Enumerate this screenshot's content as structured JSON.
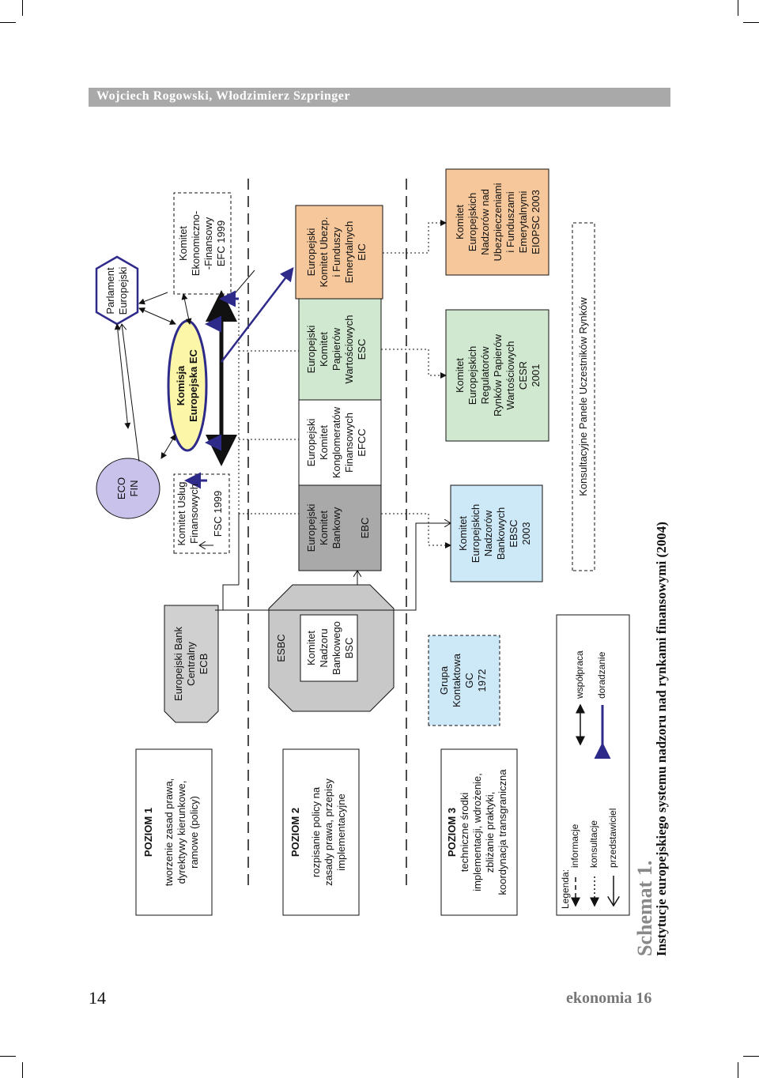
{
  "header": {
    "authors": "Wojciech Rogowski, Włodzimierz Szpringer"
  },
  "footer": {
    "page_number": "14",
    "journal": "ekonomia 16"
  },
  "caption": {
    "label": "Schemat 1.",
    "title": "Instytucje europejskiego systemu nadzoru nad rynkami finansowymi (2004)"
  },
  "levels": [
    {
      "title": "POZIOM 1",
      "desc": [
        "tworzenie zasad prawa,",
        "dyrektywy kierunkowe,",
        "ramowe (policy)"
      ]
    },
    {
      "title": "POZIOM 2",
      "desc": [
        "rozpisanie policy na",
        "zasady prawa, przepisy",
        "implementacyjne"
      ]
    },
    {
      "title": "POZIOM 3",
      "desc": [
        "techniczne środki",
        "implementacji, wdrożenie,",
        "zbliżanie praktyki,",
        "koordynacja transgraniczna"
      ]
    }
  ],
  "legend": {
    "title": "Legenda:",
    "items": [
      "informacje",
      "konsultacje",
      "przedstawiciel",
      "współpraca",
      "doradzanie"
    ]
  },
  "level1": {
    "ecb": [
      "Europejski Bank",
      "Centralny",
      "ECB"
    ],
    "fsc": [
      "Komitet Usług",
      "Finansowych",
      "FSC 1999"
    ],
    "ecofin": [
      "ECO",
      "FIN"
    ],
    "ec": [
      "Komisja",
      "Europejska EC"
    ],
    "parliament": [
      "Parlament",
      "Europejski"
    ],
    "efc": [
      "Komitet",
      "Ekonomiczno-",
      "-Finansowy",
      "EFC 1999"
    ]
  },
  "level2": {
    "esbc": "ESBC",
    "bsc": [
      "Komitet",
      "Nadzoru",
      "Bankowego",
      "BSC"
    ],
    "ebc": [
      "Europejski",
      "Komitet",
      "Bankowy",
      "EBC"
    ],
    "efcc": [
      "Europejski",
      "Komitet",
      "Konglomeratów",
      "Finansowych",
      "EFCC"
    ],
    "esc": [
      "Europejski",
      "Komitet",
      "Papierów",
      "Wartościowych",
      "ESC"
    ],
    "eic": [
      "Europejski",
      "Komitet Ubezp.",
      "i Funduszy",
      "Emerytalnych",
      "EIC"
    ]
  },
  "level3": {
    "gc": [
      "Grupa",
      "Kontaktowa",
      "GC",
      "1972"
    ],
    "ebsc": [
      "Komitet",
      "Europejskich",
      "Nadzorów",
      "Bankowych",
      "EBSC",
      "2003"
    ],
    "cesr": [
      "Komitet",
      "Europejskich",
      "Regulatorów",
      "Rynków Papierów",
      "Wartościowych",
      "CESR",
      "2001"
    ],
    "eiopsc": [
      "Komitet",
      "Europejskich",
      "Nadzorów nad",
      "Ubezpieczeniami",
      "i Funduszami",
      "Emerytalnymi",
      "EIOPSC 2003"
    ],
    "panels": "Konsultacyjne Panele Uczestników Rynków"
  },
  "colors": {
    "ecb_gray": "#d0d0d0",
    "ebc_gray": "#a9a9a9",
    "esbc_gray": "#c8c8c8",
    "ecofin_purple": "#c9c2ea",
    "ec_yellow": "#fbf6a8",
    "ec_border": "#2e2a8a",
    "efcc_white": "#ffffff",
    "esc_green": "#cfe8cf",
    "eic_orange": "#f6c79a",
    "gc_blue": "#cde8f7",
    "ebsc_blue": "#cde8f7",
    "cesr_green": "#cfe8cf",
    "eiopsc_orange": "#f6c79a",
    "header_gray": "#a9a9a9",
    "arrow_navy": "#2e2a8a"
  }
}
